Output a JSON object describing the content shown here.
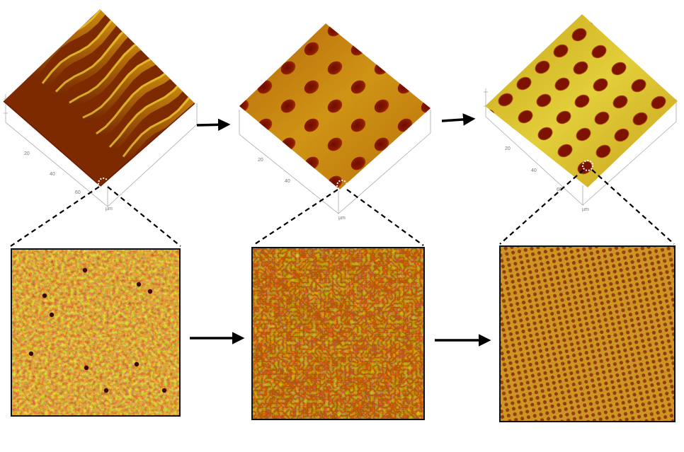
{
  "figure": {
    "panels": [
      {
        "id": "panel-1",
        "surface_pattern": "wavy-ridges",
        "axis_ticks": [
          "20",
          "40",
          "60"
        ],
        "axis_unit": "µm"
      },
      {
        "id": "panel-2",
        "surface_pattern": "elliptical-pits",
        "axis_ticks": [
          "20",
          "40"
        ],
        "axis_unit": "µm"
      },
      {
        "id": "panel-3",
        "surface_pattern": "square-lattice-pits",
        "axis_ticks": [
          "20",
          "40",
          "60"
        ],
        "axis_unit": "µm"
      }
    ],
    "zoom_textures": [
      "disordered-grains",
      "worm-like-nanopores",
      "ordered-nanopores"
    ],
    "colors": {
      "afm_dark": "#7a1300",
      "afm_mid": "#c2700f",
      "afm_light": "#d9b51e",
      "afm_bright": "#f2e66a",
      "frame": "#111111",
      "arrow": "#000000",
      "dashed_line": "#000000",
      "zoom_marker": "#ffffff"
    },
    "icons": [
      "process-arrow-icon",
      "zoom-marker-icon"
    ]
  }
}
